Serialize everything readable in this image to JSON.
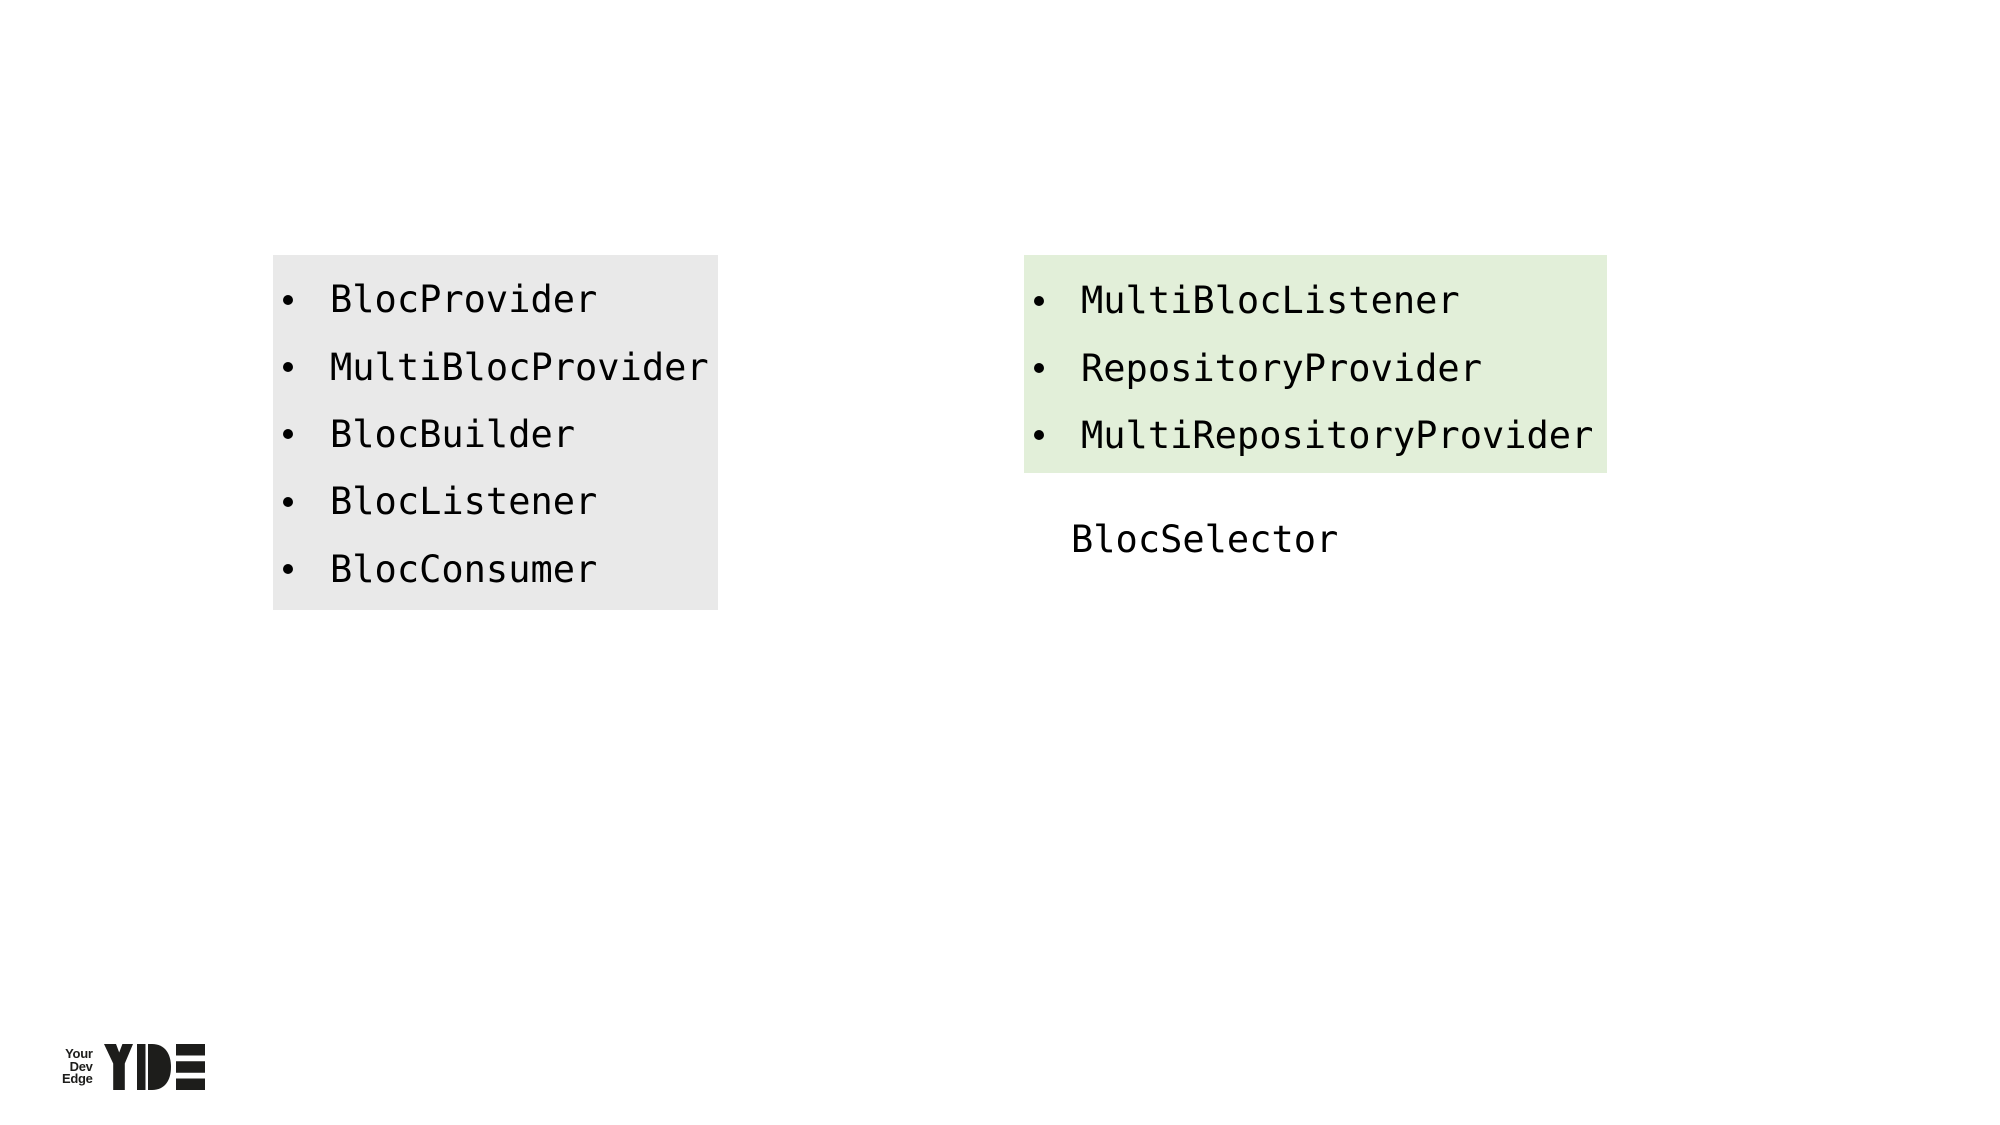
{
  "slide": {
    "background_color": "#ffffff",
    "text_color": "#000000",
    "left_list": {
      "background_color": "#e9e9e9",
      "bullet_icon": "•",
      "items": [
        "BlocProvider",
        "MultiBlocProvider",
        "BlocBuilder",
        "BlocListener",
        "BlocConsumer"
      ]
    },
    "right_list": {
      "background_color": "#e2efd9",
      "bullet_icon": "•",
      "items": [
        "MultiBlocListener",
        "RepositoryProvider",
        "MultiRepositoryProvider"
      ]
    },
    "standalone_item": {
      "bullet_icon": "•",
      "label": "BlocSelector"
    },
    "logo": {
      "words": [
        "Your",
        "Dev",
        "Edge"
      ],
      "letters": "YDE",
      "color": "#1d1d1b"
    }
  }
}
